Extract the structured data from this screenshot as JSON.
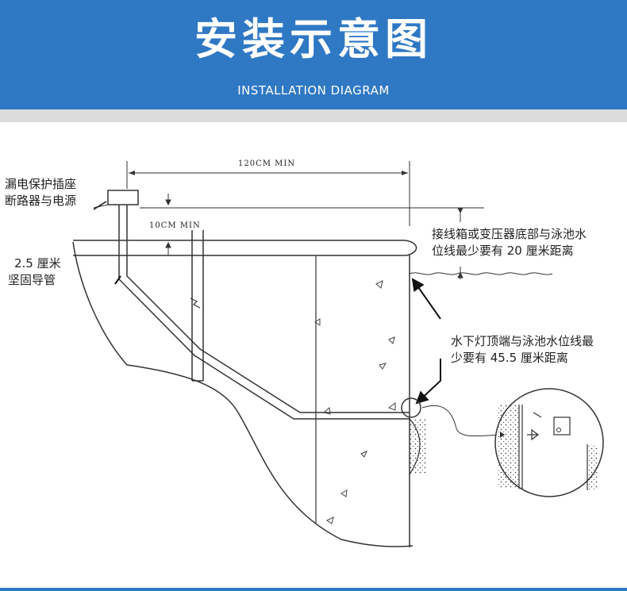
{
  "header": {
    "title": "安装示意图",
    "subtitle": "INSTALLATION DIAGRAM",
    "bg_color": "#2f78c4"
  },
  "dimensions": {
    "top_width": "120CM MIN",
    "box_height": "10CM MIN"
  },
  "labels": {
    "breaker_line1": "漏电保护插座",
    "breaker_line2": "断路器与电源",
    "conduit_line1": "2.5 厘米",
    "conduit_line2": "坚固导管",
    "junction_line1": "接线箱或变压器底部与泳池水",
    "junction_line2": "位线最少要有 20 厘米距离",
    "light_line1": "水下灯顶端与泳池水位线最",
    "light_line2": "少要有 45.5 厘米距离"
  }
}
